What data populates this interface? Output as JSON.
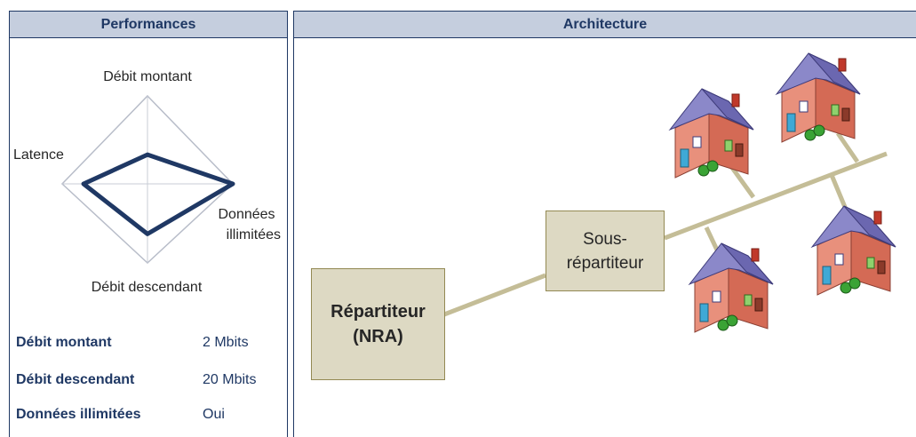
{
  "performances": {
    "title": "Performances",
    "radar": {
      "axes": {
        "top": "Débit montant",
        "left": "Latence",
        "right": "Données illimitées",
        "bottom": "Débit descendant"
      },
      "values": {
        "top": 0.35,
        "right": 1.0,
        "bottom": 0.6,
        "left": 0.75
      }
    },
    "metrics": [
      {
        "label": "Débit montant",
        "value": "2 Mbits"
      },
      {
        "label": "Débit descendant",
        "value": "20 Mbits"
      },
      {
        "label": "Données illimitées",
        "value": "Oui"
      }
    ]
  },
  "architecture": {
    "title": "Architecture",
    "nra_label": "Répartiteur (NRA)",
    "sous_repartiteur_label": "Sous-répartiteur"
  },
  "colors": {
    "header_bg": "#c5cede",
    "navy": "#1f3864",
    "box_bg": "#ddd9c3",
    "line": "#c4bd97"
  }
}
